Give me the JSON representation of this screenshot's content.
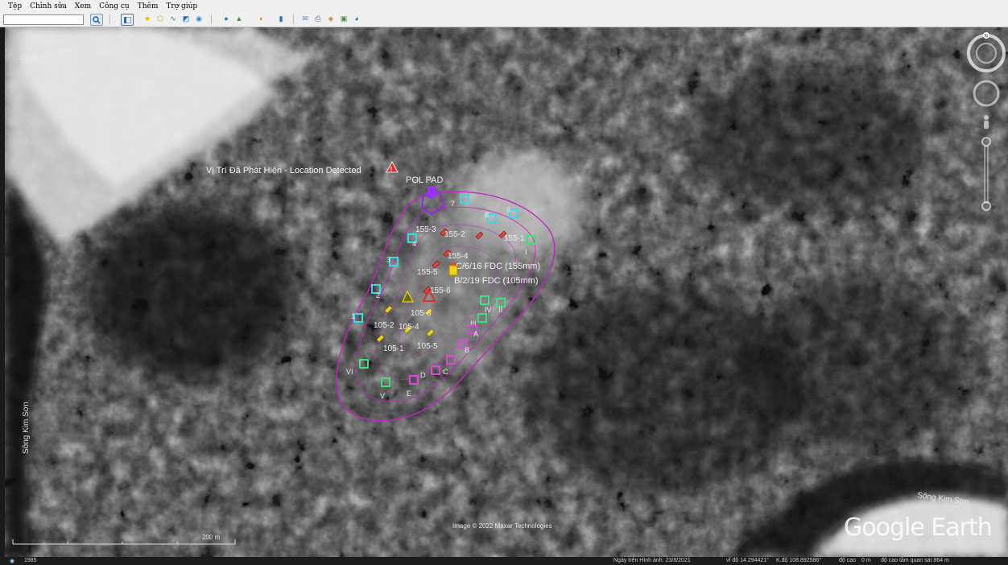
{
  "menu": {
    "items": [
      "Tệp",
      "Chỉnh sửa",
      "Xem",
      "Công cụ",
      "Thêm",
      "Trợ giúp"
    ]
  },
  "map_labels": {
    "river_top_left": "Sông Kim Sơn",
    "river_left": "Sông Kim Sơn",
    "river_bottom_right": "Sông Kim Sơn",
    "location_detected": "Vị Trí Đã Phát Hiện - Location Detected",
    "pol_pad": "POL PAD",
    "fdc_155": "C/6/16 FDC (155mm)",
    "fdc_105": "B/2/19 FDC (105mm)"
  },
  "markers": {
    "cyan": [
      {
        "label": "1"
      },
      {
        "label": "2"
      },
      {
        "label": "3"
      },
      {
        "label": "4"
      },
      {
        "label": "7"
      },
      {
        "label": "8"
      },
      {
        "label": "9"
      }
    ],
    "green": [
      {
        "label": "I"
      },
      {
        "label": "II"
      },
      {
        "label": "III"
      },
      {
        "label": "IV"
      },
      {
        "label": "V"
      },
      {
        "label": "VI"
      }
    ],
    "magenta": [
      {
        "label": "A"
      },
      {
        "label": "B"
      },
      {
        "label": "C"
      },
      {
        "label": "D"
      },
      {
        "label": "E"
      }
    ],
    "pins_155": [
      {
        "label": "155-1"
      },
      {
        "label": "155-2"
      },
      {
        "label": "155-3"
      },
      {
        "label": "155-4"
      },
      {
        "label": "155-5"
      },
      {
        "label": "155-6"
      }
    ],
    "pins_105": [
      {
        "label": "105-1"
      },
      {
        "label": "105-2"
      },
      {
        "label": "105-4"
      },
      {
        "label": "105-5"
      },
      {
        "label": "105-6"
      }
    ]
  },
  "overlay": {
    "copyright": "Image © 2022 Maxar Technologies",
    "logo": "Google Earth",
    "scale_label": "200 m",
    "year": "1985"
  },
  "status": {
    "image_date": "Ngày trên Hình ảnh: 23/8/2021",
    "lat": "vĩ độ  14.294421°",
    "lon": "K.độ  108.892586°",
    "elev_label": "độ cao",
    "elev_value": "0 m",
    "eye_alt": "độ cao tầm quan sát  864 m"
  },
  "icons": [
    "search-icon",
    "sidebar-icon",
    "placemark-icon",
    "polygon-icon",
    "path-icon",
    "overlay-icon",
    "tour-icon",
    "sky-icon",
    "sun-icon",
    "planet-icon",
    "ruler-icon",
    "email-icon",
    "print-icon",
    "map-icon",
    "save-image-icon",
    "web-icon",
    "compass-icon",
    "look-icon",
    "pegman-icon",
    "zoom-slider-icon"
  ],
  "colors": {
    "cyan": "#3fd6e8",
    "green": "#3ee07a",
    "magenta": "#d94ad6",
    "contour": "#c026c0",
    "pin_red": "#e0443c",
    "pin_yellow": "#f2d21d",
    "pol": "#8a2be2"
  }
}
